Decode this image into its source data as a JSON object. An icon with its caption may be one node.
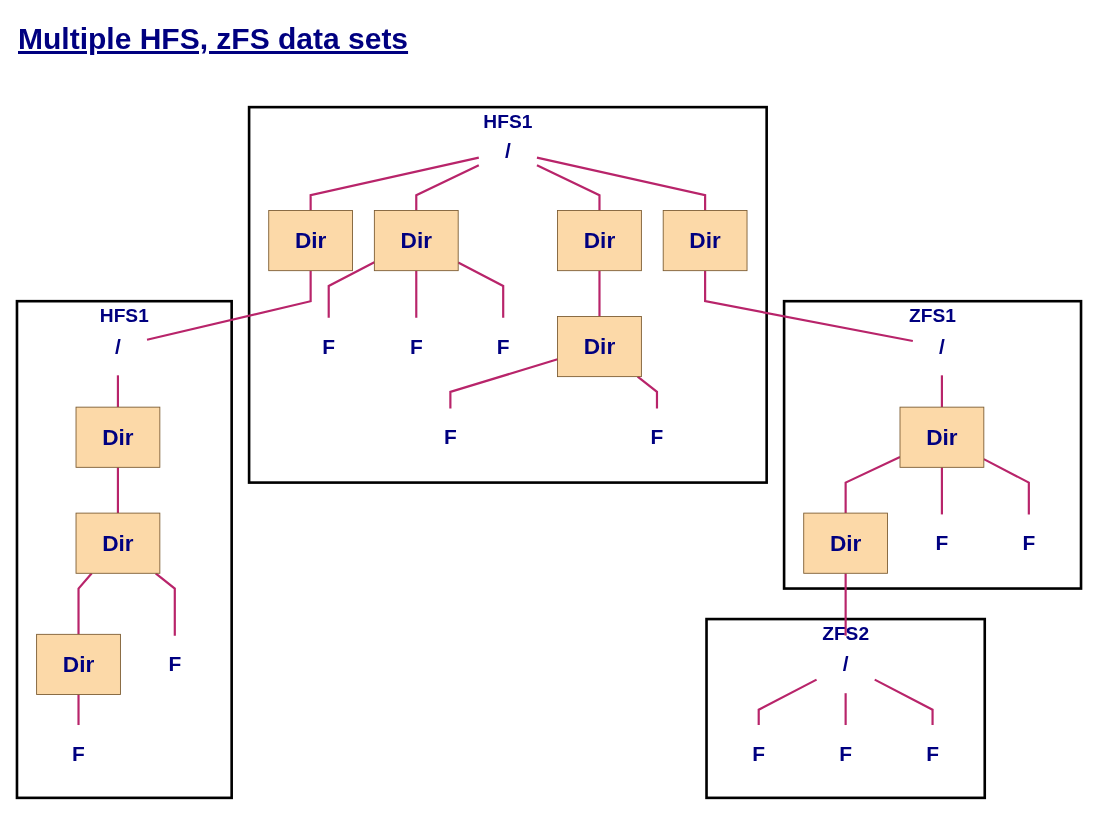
{
  "diagram": {
    "title": "Multiple HFS, zFS data sets",
    "nodes": [
      {
        "text": [
          "HFS1"
        ]
      },
      {
        "text": [
          "/"
        ],
        "in": 0
      },
      {
        "text": [
          "Dir"
        ],
        "in": 0
      },
      {
        "text": [
          "Dir"
        ],
        "in": 0
      },
      {
        "text": [
          "Dir"
        ],
        "in": 0
      },
      {
        "text": [
          "Dir"
        ],
        "in": 0
      },
      {
        "text": [
          "F"
        ],
        "in": 0
      },
      {
        "text": [
          "F"
        ],
        "in": 0
      },
      {
        "text": [
          "F"
        ],
        "in": 0
      },
      {
        "text": [
          "Dir"
        ],
        "in": 0
      },
      {
        "text": [
          "F"
        ],
        "in": 0
      },
      {
        "text": [
          "F"
        ],
        "in": 0
      },
      {
        "text": [
          "ZFS1"
        ]
      },
      {
        "text": [
          "/"
        ],
        "in": 12
      },
      {
        "text": [
          "Dir"
        ],
        "in": 12
      },
      {
        "text": [
          "Dir"
        ],
        "in": 12
      },
      {
        "text": [
          "F"
        ],
        "in": 12
      },
      {
        "text": [
          "F"
        ],
        "in": 12
      },
      {
        "text": [
          "HFS1"
        ]
      },
      {
        "text": [
          "/"
        ],
        "in": 18
      },
      {
        "text": [
          "Dir"
        ],
        "in": 18
      },
      {
        "text": [
          "Dir"
        ],
        "in": 18
      },
      {
        "text": [
          "Dir"
        ],
        "in": 18
      },
      {
        "text": [
          "F"
        ],
        "in": 18
      },
      {
        "text": [
          "F"
        ],
        "in": 18
      },
      {
        "text": [
          "ZFS2"
        ]
      },
      {
        "text": [
          "/"
        ],
        "in": 25
      },
      {
        "text": [
          "F"
        ],
        "in": 25
      },
      {
        "text": [
          "F"
        ],
        "in": 25
      },
      {
        "text": [
          "F"
        ],
        "in": 25
      }
    ],
    "edges": [
      {
        "from": 1,
        "to": 2,
        "arrow": "none"
      },
      {
        "from": 1,
        "to": 3,
        "arrow": "none"
      },
      {
        "from": 1,
        "to": 4,
        "arrow": "none"
      },
      {
        "from": 1,
        "to": 5,
        "arrow": "none"
      },
      {
        "from": 2,
        "to": 6,
        "arrow": "none"
      },
      {
        "from": 2,
        "to": 7,
        "arrow": "none"
      },
      {
        "from": 2,
        "to": 8,
        "arrow": "none"
      },
      {
        "from": 3,
        "to": 9,
        "arrow": "none"
      },
      {
        "from": 9,
        "to": 10,
        "arrow": "none"
      },
      {
        "from": 9,
        "to": 11,
        "arrow": "none"
      },
      {
        "from": 4,
        "to": 13,
        "arrow": "none"
      },
      {
        "from": 5,
        "to": 19,
        "arrow": "none"
      },
      {
        "from": 13,
        "to": 14,
        "arrow": "none"
      },
      {
        "from": 14,
        "to": 15,
        "arrow": "none"
      },
      {
        "from": 14,
        "to": 16,
        "arrow": "none"
      },
      {
        "from": 14,
        "to": 17,
        "arrow": "none"
      },
      {
        "from": 15,
        "to": 26,
        "arrow": "none"
      },
      {
        "from": 19,
        "to": 20,
        "arrow": "none"
      },
      {
        "from": 20,
        "to": 21,
        "arrow": "none"
      },
      {
        "from": 21,
        "to": 22,
        "arrow": "none"
      },
      {
        "from": 21,
        "to": 23,
        "arrow": "none"
      },
      {
        "from": 22,
        "to": 24,
        "arrow": "none"
      },
      {
        "from": 26,
        "to": 27,
        "arrow": "none"
      },
      {
        "from": 26,
        "to": 28,
        "arrow": "none"
      },
      {
        "from": 26,
        "to": 29,
        "arrow": "none"
      }
    ]
  }
}
